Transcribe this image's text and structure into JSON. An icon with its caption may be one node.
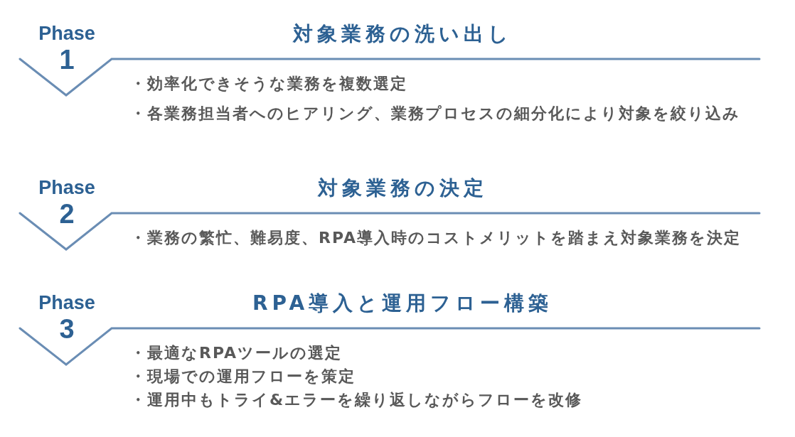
{
  "diagram": {
    "nodes": [
      {
        "text": [
          "Phase 1",
          "対象業務の洗い出し",
          "・効率化できそうな業務を複数選定",
          "・各業務担当者へのヒアリング、業務プロセスの細分化により対象を絞り込み"
        ]
      },
      {
        "text": [
          "Phase 2",
          "対象業務の決定",
          "・業務の繁忙、難易度、RPA導入時のコストメリットを踏まえ対象業務を決定"
        ]
      },
      {
        "text": [
          "Phase 3",
          "RPA導入と運用フロー構築",
          "・最適なRPAツールの選定",
          "・現場での運用フローを策定",
          "・運用中もトライ&エラーを繰り返しながらフローを改修"
        ]
      }
    ]
  }
}
